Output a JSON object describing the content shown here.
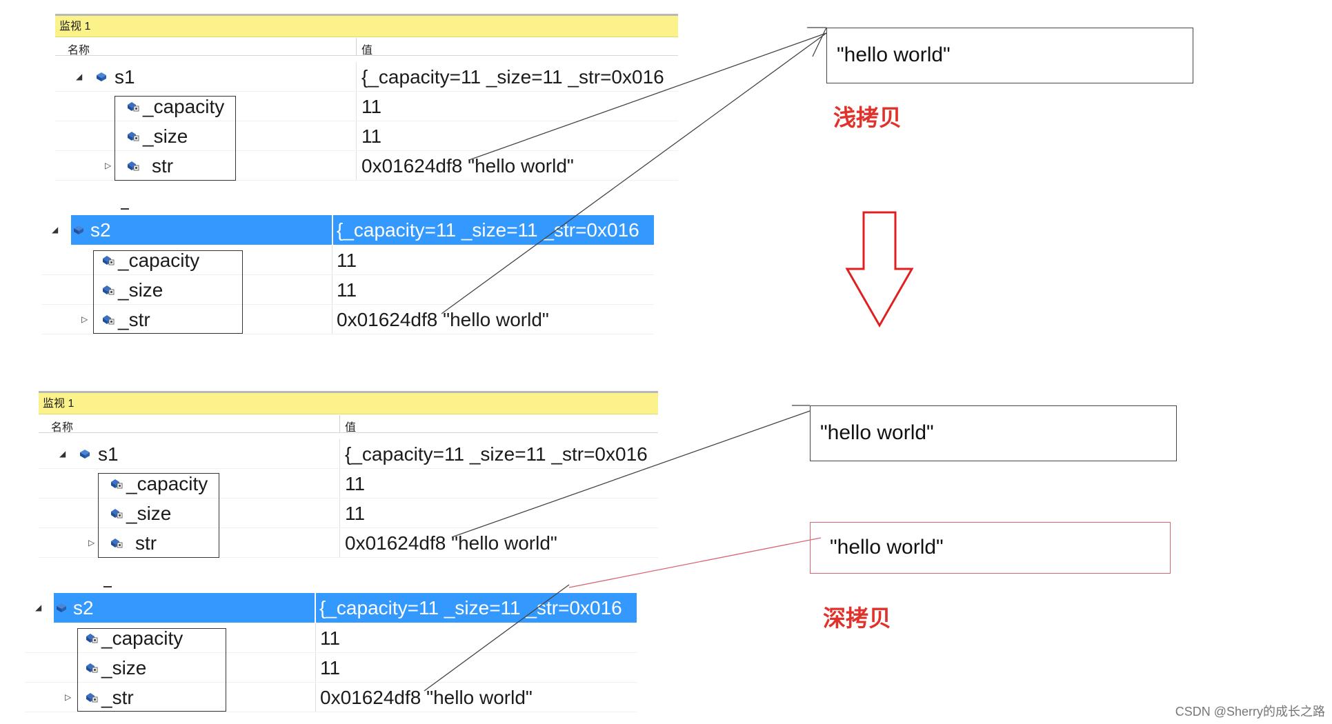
{
  "watch_title": "监视 1",
  "col_name": "名称",
  "col_value": "值",
  "panels": [
    {
      "s1": {
        "name": "s1",
        "value": "{_capacity=11 _size=11 _str=0x016"
      },
      "s1_children": [
        {
          "name": "_capacity",
          "value": "11"
        },
        {
          "name": "_size",
          "value": "11"
        },
        {
          "name": "str",
          "value": "0x01624df8 \"hello world\""
        }
      ],
      "s2": {
        "name": "s2",
        "value": "{_capacity=11 _size=11 _str=0x016"
      },
      "s2_children": [
        {
          "name": "_capacity",
          "value": "11"
        },
        {
          "name": "_size",
          "value": "11"
        },
        {
          "name": "_str",
          "value": "0x01624df8 \"hello world\""
        }
      ]
    },
    {
      "s1": {
        "name": "s1",
        "value": "{_capacity=11 _size=11 _str=0x016"
      },
      "s1_children": [
        {
          "name": "_capacity",
          "value": "11"
        },
        {
          "name": "_size",
          "value": "11"
        },
        {
          "name": "str",
          "value": "0x01624df8 \"hello world\""
        }
      ],
      "s2": {
        "name": "s2",
        "value": "{_capacity=11 _size=11 _str=0x016"
      },
      "s2_children": [
        {
          "name": "_capacity",
          "value": "11"
        },
        {
          "name": "_size",
          "value": "11"
        },
        {
          "name": "_str",
          "value": "0x01624df8 \"hello world\""
        }
      ]
    }
  ],
  "memory_boxes": {
    "shallow": "\"hello world\"",
    "deep_s1": "\"hello world\"",
    "deep_s2": "\"hello world\""
  },
  "labels": {
    "shallow": "浅拷贝",
    "deep": "深拷贝"
  },
  "footer": "CSDN @Sherry的成长之路",
  "colors": {
    "selection": "#3399ff",
    "watch_title_bg": "#fbf28b",
    "label_red": "#e0322b",
    "arrow_red": "#e02020",
    "deep_line": "#d9646f"
  }
}
